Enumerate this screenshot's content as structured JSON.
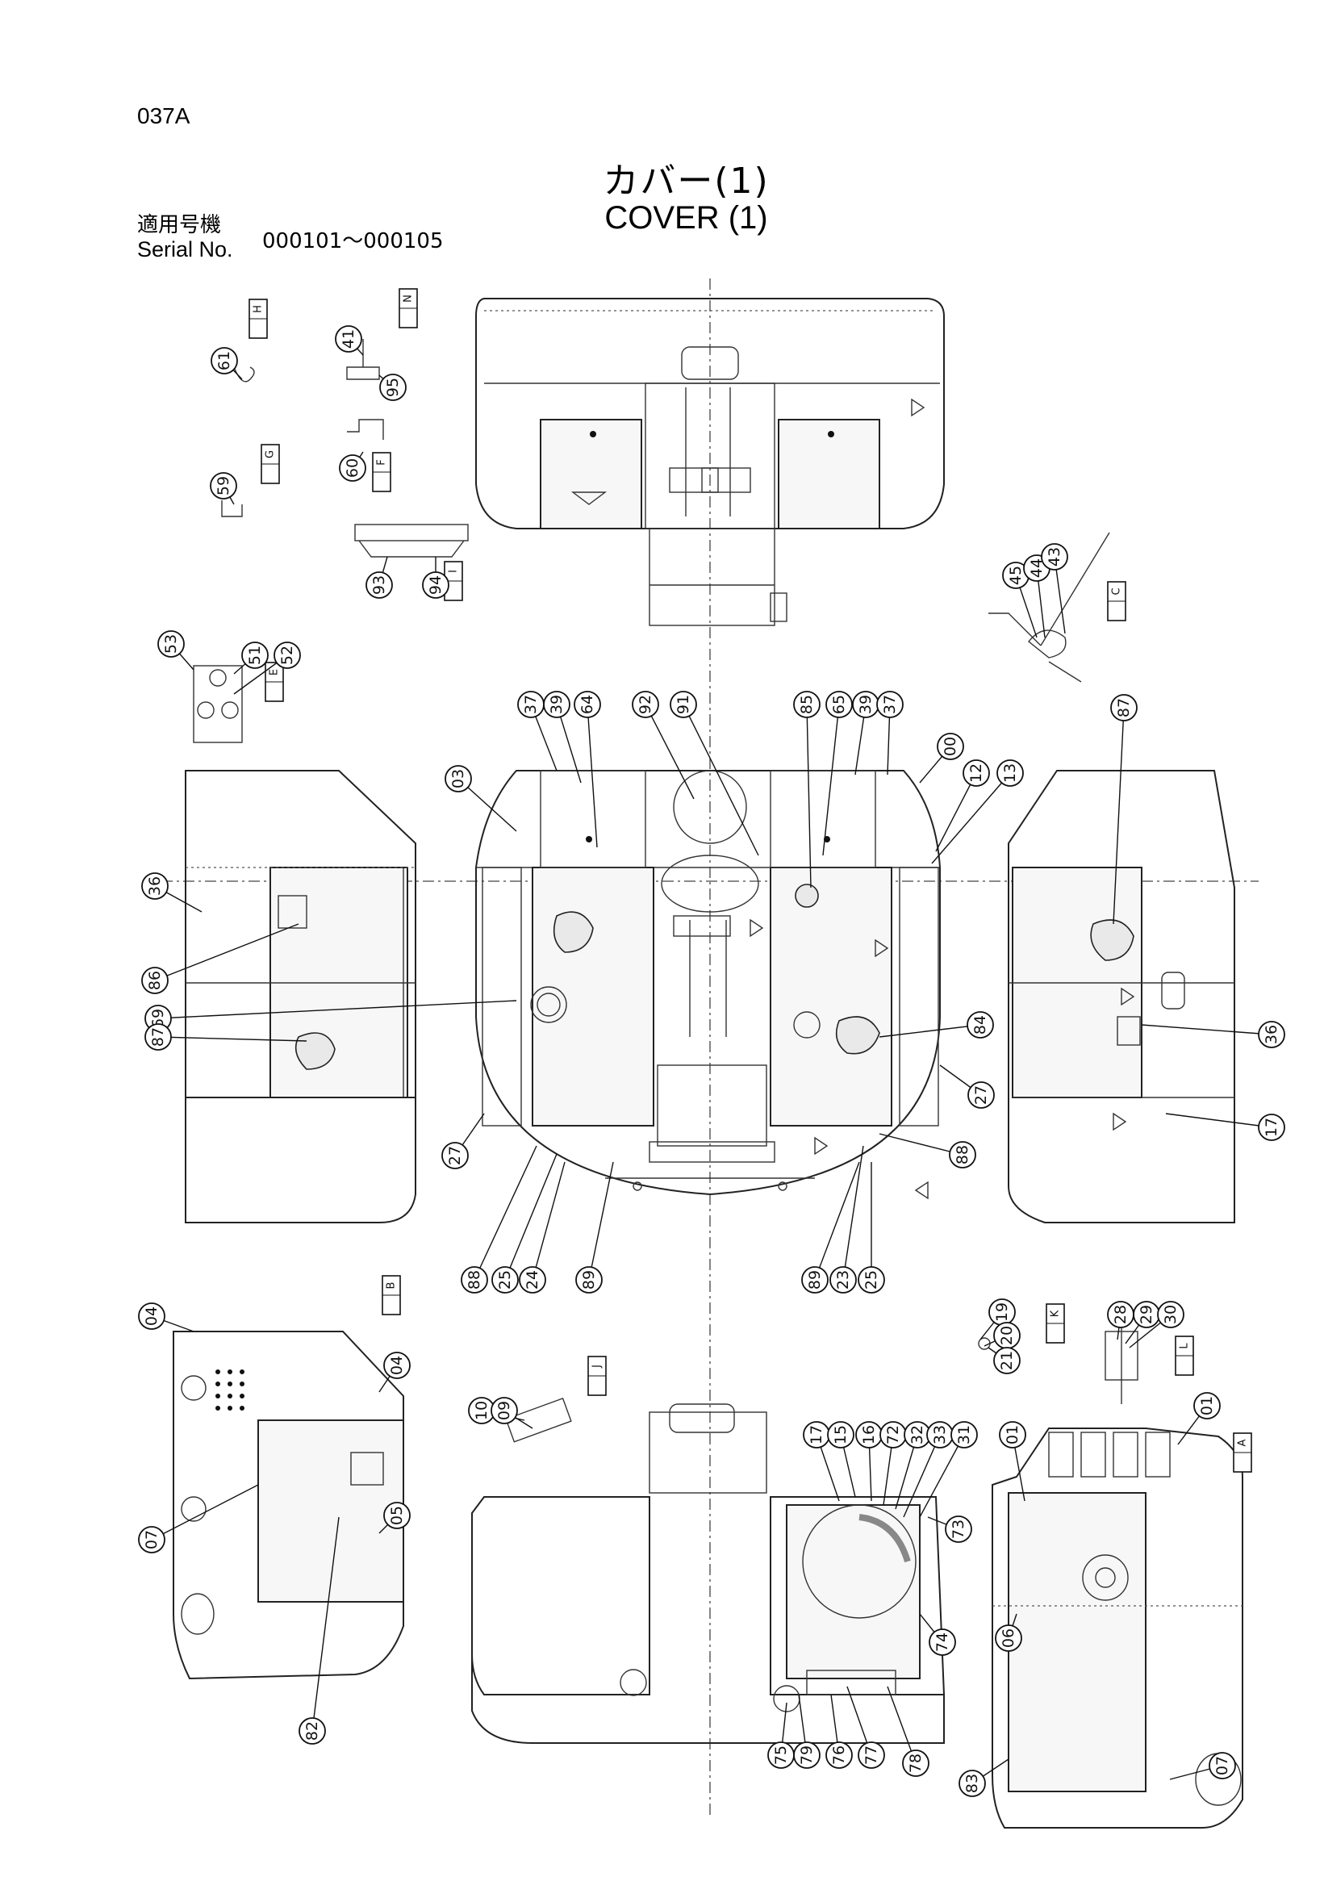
{
  "page_id": "037A",
  "title_jp": "カバー(1)",
  "title_en": "COVER (1)",
  "serial_label_jp": "適用号機",
  "serial_label_en": "Serial No.",
  "serial_range": "000101～000105",
  "callouts": [
    "61",
    "41",
    "95",
    "60",
    "59",
    "93",
    "94",
    "45",
    "44",
    "43",
    "53",
    "51",
    "52",
    "37",
    "39",
    "64",
    "92",
    "91",
    "85",
    "65",
    "39",
    "37",
    "00",
    "03",
    "12",
    "13",
    "87",
    "36",
    "86",
    "69",
    "87",
    "84",
    "36",
    "17",
    "27",
    "27",
    "88",
    "88",
    "25",
    "24",
    "89",
    "89",
    "23",
    "25",
    "04",
    "04",
    "07",
    "05",
    "82",
    "10",
    "09",
    "19",
    "20",
    "21",
    "28",
    "29",
    "30",
    "17",
    "15",
    "16",
    "72",
    "32",
    "33",
    "31",
    "01",
    "01",
    "73",
    "74",
    "06",
    "75",
    "79",
    "76",
    "77",
    "78",
    "83",
    "07"
  ],
  "view_tags": [
    "H",
    "N",
    "G",
    "F",
    "I",
    "C",
    "E",
    "B",
    "J",
    "K",
    "L",
    "A"
  ]
}
